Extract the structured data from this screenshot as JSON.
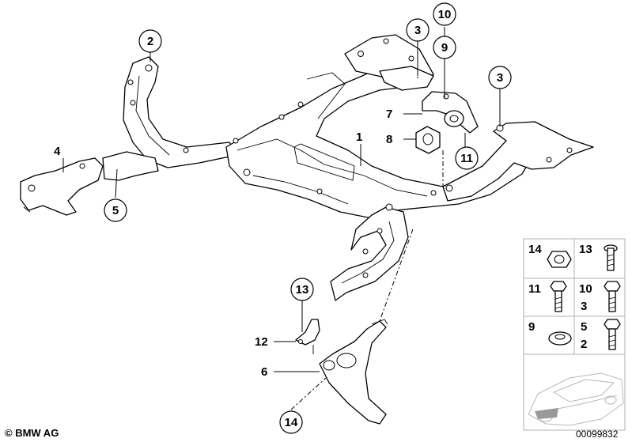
{
  "callouts": {
    "c1": "1",
    "c2": "2",
    "c3a": "3",
    "c3b": "3",
    "c4": "4",
    "c5": "5",
    "c6": "6",
    "c7": "7",
    "c8": "8",
    "c9": "9",
    "c10": "10",
    "c11": "11",
    "c12": "12",
    "c13": "13",
    "c14": "14"
  },
  "legend": {
    "r1_left": "14",
    "r1_right": "13",
    "r2_left": "11",
    "r2_right_a": "10",
    "r2_right_b": "3",
    "r3_left": "9",
    "r3_right_a": "5",
    "r3_right_b": "2"
  },
  "footer": {
    "copyright": "© BMW AG",
    "reference": "00099832"
  }
}
